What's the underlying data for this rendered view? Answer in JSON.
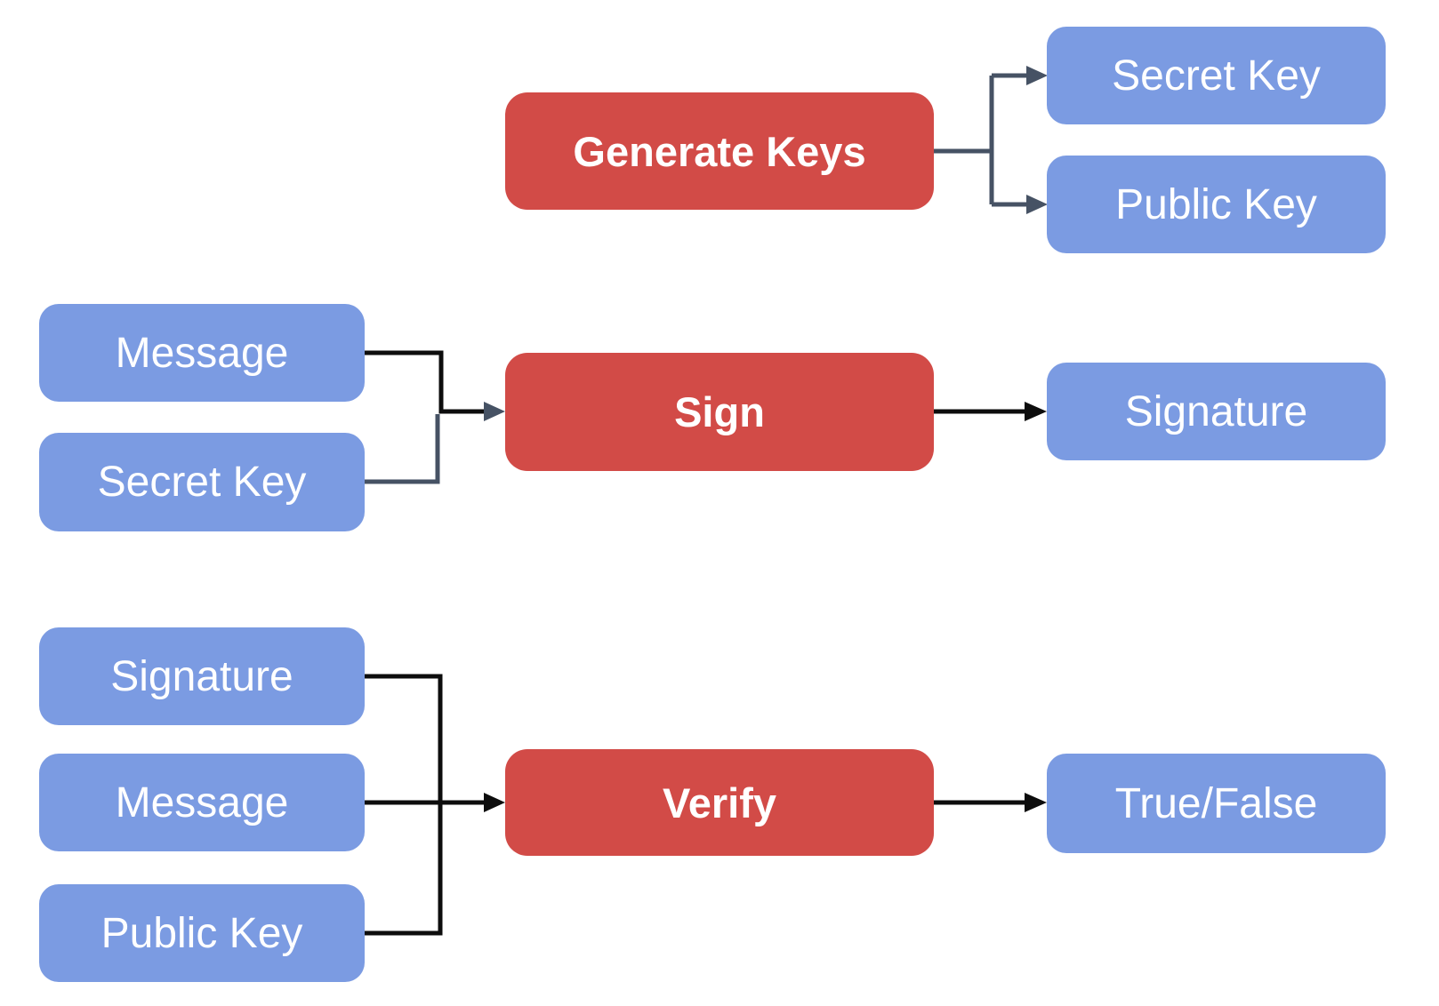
{
  "colors": {
    "process_fill": "#D24B47",
    "data_fill": "#7B9BE2",
    "label_color": "#FFFFFF",
    "connector_black": "#0D0D0D",
    "connector_slate": "#465264",
    "canvas_bg": "#FFFFFF"
  },
  "nodes": [
    {
      "id": "generate-keys",
      "type": "process",
      "label": "Generate Keys"
    },
    {
      "id": "secret-key-output",
      "type": "data",
      "label": "Secret Key"
    },
    {
      "id": "public-key-output",
      "type": "data",
      "label": "Public Key"
    },
    {
      "id": "message-input-sign",
      "type": "data",
      "label": "Message"
    },
    {
      "id": "secret-key-input-sign",
      "type": "data",
      "label": "Secret Key"
    },
    {
      "id": "sign",
      "type": "process",
      "label": "Sign"
    },
    {
      "id": "signature-output",
      "type": "data",
      "label": "Signature"
    },
    {
      "id": "signature-input-verify",
      "type": "data",
      "label": "Signature"
    },
    {
      "id": "message-input-verify",
      "type": "data",
      "label": "Message"
    },
    {
      "id": "public-key-input-verify",
      "type": "data",
      "label": "Public Key"
    },
    {
      "id": "verify",
      "type": "process",
      "label": "Verify"
    },
    {
      "id": "true-false-output",
      "type": "data",
      "label": "True/False"
    }
  ],
  "flows": [
    {
      "process": "Generate Keys",
      "inputs": [],
      "outputs": [
        "Secret Key",
        "Public Key"
      ]
    },
    {
      "process": "Sign",
      "inputs": [
        "Message",
        "Secret Key"
      ],
      "outputs": [
        "Signature"
      ]
    },
    {
      "process": "Verify",
      "inputs": [
        "Signature",
        "Message",
        "Public Key"
      ],
      "outputs": [
        "True/False"
      ]
    }
  ]
}
